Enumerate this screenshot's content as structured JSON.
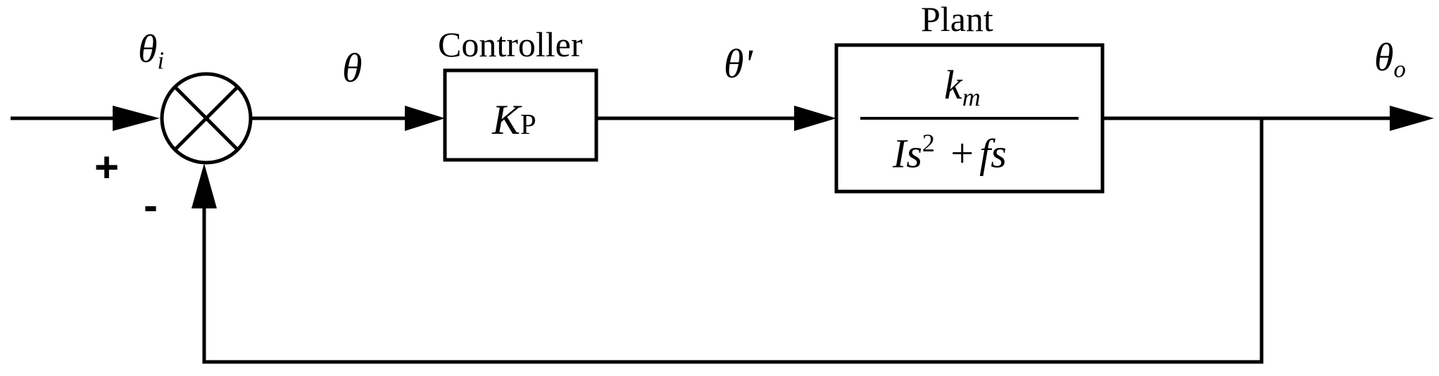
{
  "signals": {
    "input": {
      "symbol": "θ",
      "sub": "i"
    },
    "error": {
      "symbol": "θ"
    },
    "control": {
      "symbol": "θ'"
    },
    "output": {
      "symbol": "θ",
      "sub": "o"
    }
  },
  "summing_junction": {
    "plus": "+",
    "minus": "-"
  },
  "controller": {
    "title": "Controller",
    "gain": {
      "symbol": "K",
      "sub": "P"
    }
  },
  "plant": {
    "title": "Plant",
    "numerator": {
      "symbol": "k",
      "sub": "m"
    },
    "denominator": {
      "a": "Is",
      "exp": "2",
      "op": "+",
      "b": "fs"
    }
  }
}
